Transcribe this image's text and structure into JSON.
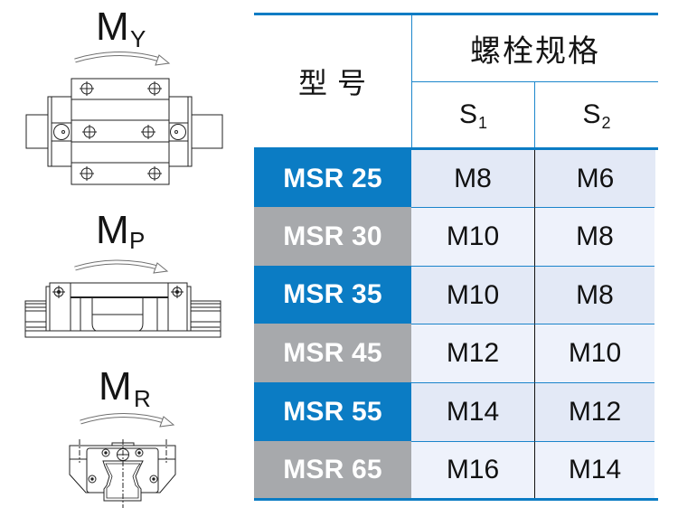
{
  "diagrams": [
    {
      "moment": "yaw",
      "label_main": "M",
      "label_sub": "Y"
    },
    {
      "moment": "pitch",
      "label_main": "M",
      "label_sub": "P"
    },
    {
      "moment": "roll",
      "label_main": "M",
      "label_sub": "R"
    }
  ],
  "table": {
    "header": {
      "model": "型 号",
      "bolt_spec": "螺栓规格",
      "s1": {
        "main": "S",
        "sub": "1"
      },
      "s2": {
        "main": "S",
        "sub": "2"
      }
    },
    "rows": [
      {
        "model": "MSR 25",
        "s1": "M8",
        "s2": "M6",
        "style": "blue"
      },
      {
        "model": "MSR 30",
        "s1": "M10",
        "s2": "M8",
        "style": "gray"
      },
      {
        "model": "MSR 35",
        "s1": "M10",
        "s2": "M8",
        "style": "blue"
      },
      {
        "model": "MSR 45",
        "s1": "M12",
        "s2": "M10",
        "style": "gray"
      },
      {
        "model": "MSR 55",
        "s1": "M14",
        "s2": "M12",
        "style": "blue"
      },
      {
        "model": "MSR 65",
        "s1": "M16",
        "s2": "M14",
        "style": "gray"
      }
    ]
  },
  "colors": {
    "accent_blue": "#0b7cc4",
    "row_gray": "#a7a9ac",
    "cell_fill_blue_row": "#e3e9f6",
    "cell_fill_gray_row": "#eef2fb",
    "text": "#111111"
  }
}
